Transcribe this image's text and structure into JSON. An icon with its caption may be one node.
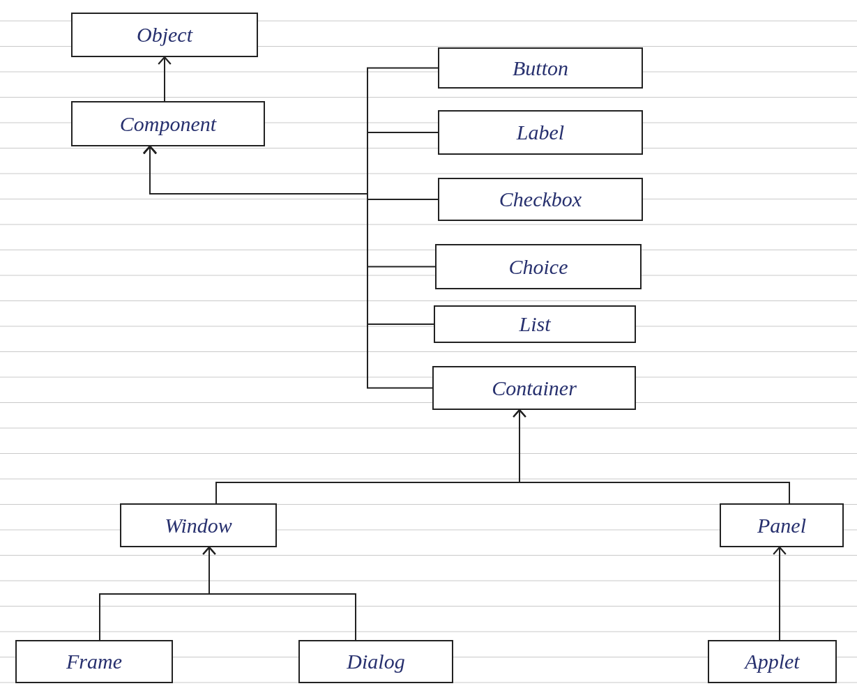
{
  "diagram": {
    "nodes": [
      {
        "text": [
          "Object"
        ]
      },
      {
        "text": [
          "Component"
        ]
      },
      {
        "text": [
          "Button"
        ]
      },
      {
        "text": [
          "Label"
        ]
      },
      {
        "text": [
          "Checkbox"
        ]
      },
      {
        "text": [
          "Choice"
        ]
      },
      {
        "text": [
          "List"
        ]
      },
      {
        "text": [
          "Container"
        ]
      },
      {
        "text": [
          "Window"
        ]
      },
      {
        "text": [
          "Panel"
        ]
      },
      {
        "text": [
          "Frame"
        ]
      },
      {
        "text": [
          "Dialog"
        ]
      },
      {
        "text": [
          "Applet"
        ]
      }
    ],
    "edges": [
      {
        "from": 1,
        "to": 0,
        "arrow": "to"
      },
      {
        "from": 2,
        "to": 1,
        "arrow": "to"
      },
      {
        "from": 3,
        "to": 1,
        "arrow": "to"
      },
      {
        "from": 4,
        "to": 1,
        "arrow": "to"
      },
      {
        "from": 5,
        "to": 1,
        "arrow": "to"
      },
      {
        "from": 6,
        "to": 1,
        "arrow": "to"
      },
      {
        "from": 7,
        "to": 1,
        "arrow": "to"
      },
      {
        "from": 8,
        "to": 7,
        "arrow": "to"
      },
      {
        "from": 9,
        "to": 7,
        "arrow": "to"
      },
      {
        "from": 10,
        "to": 8,
        "arrow": "to"
      },
      {
        "from": 11,
        "to": 8,
        "arrow": "to"
      },
      {
        "from": 12,
        "to": 9,
        "arrow": "to"
      }
    ]
  }
}
